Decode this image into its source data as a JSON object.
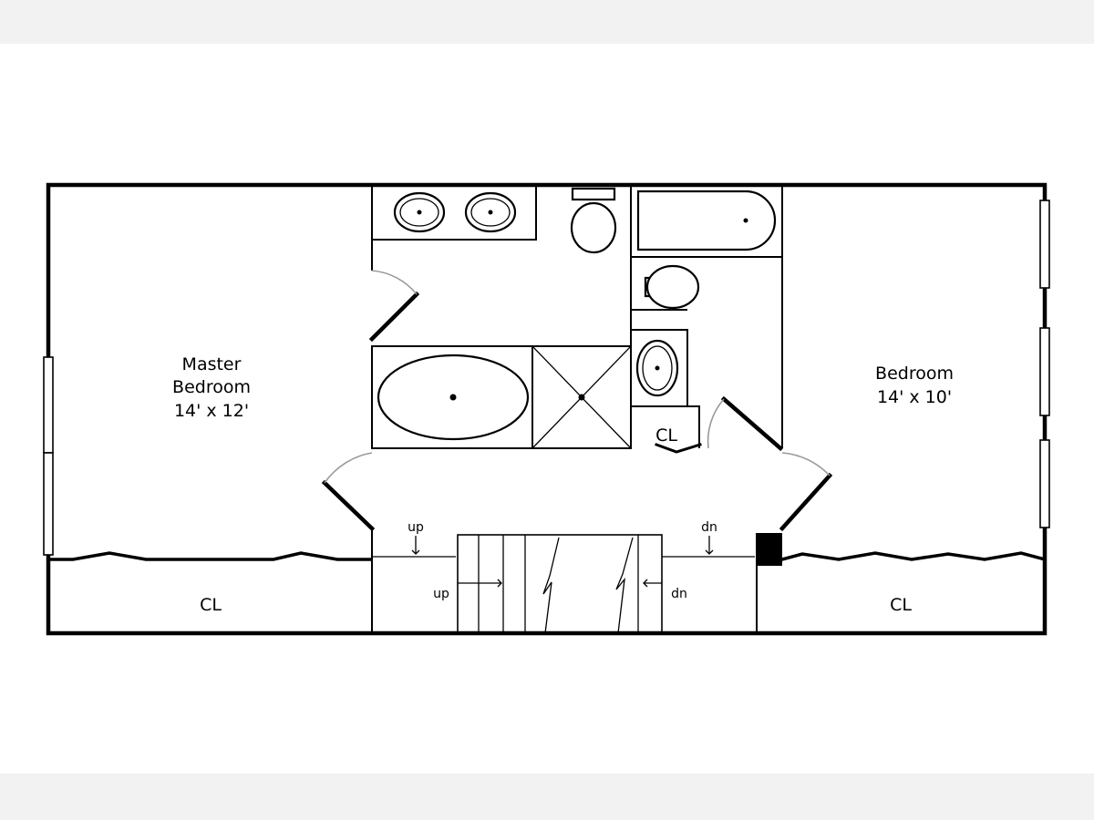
{
  "rooms": {
    "master": {
      "name": "Master",
      "name2": "Bedroom",
      "size": "14' x 12'"
    },
    "bedroom": {
      "name": "Bedroom",
      "size": "14' x 10'"
    },
    "closet_left": "CL",
    "closet_right": "CL",
    "closet_bath": "CL"
  },
  "stairs": {
    "up_top": "up",
    "up_bottom": "up",
    "dn_top": "dn",
    "dn_bottom": "dn"
  }
}
